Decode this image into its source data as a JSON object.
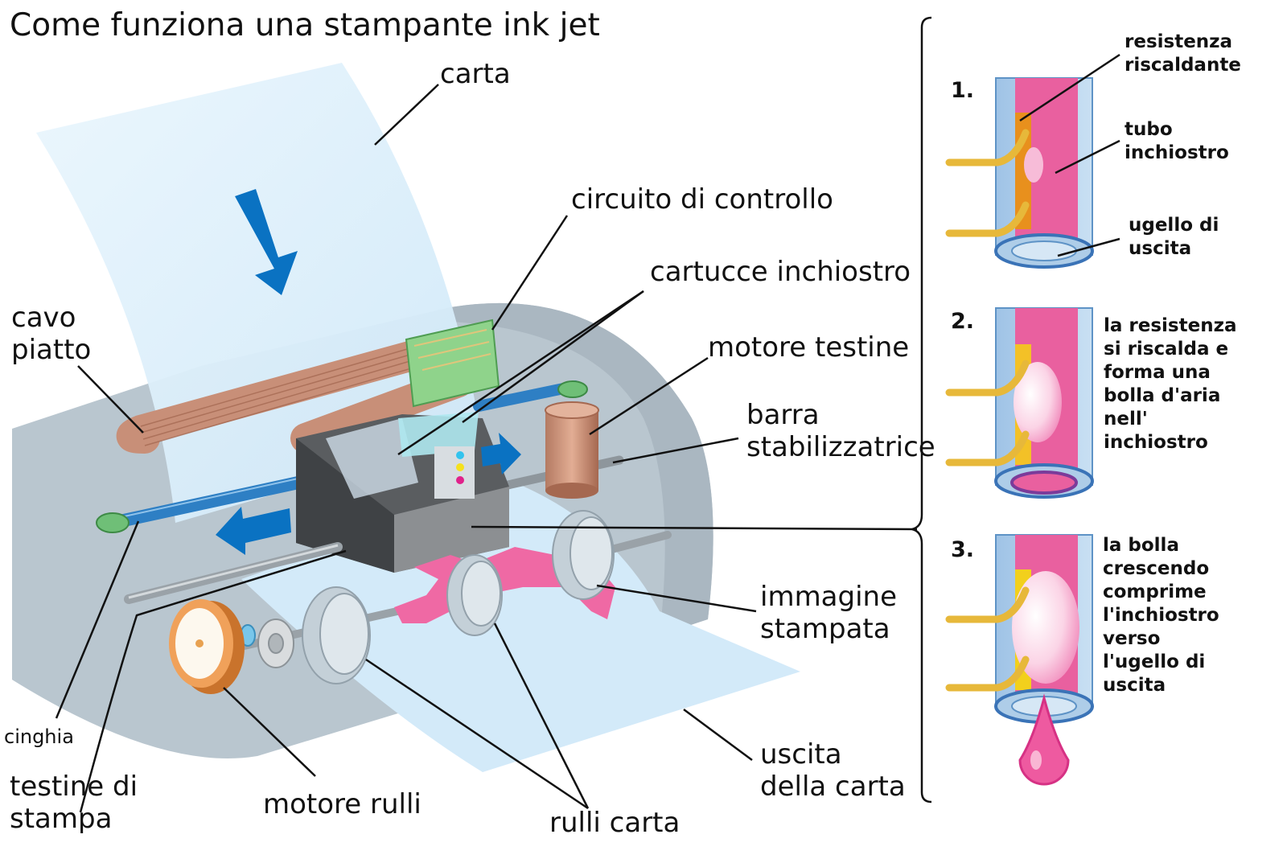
{
  "title": "Come funziona una stampante ink jet",
  "labels": {
    "carta": "carta",
    "circuito": "circuito di controllo",
    "cartucce": "cartucce inchiostro",
    "motore_testine": "motore testine",
    "barra": [
      "barra",
      "stabilizzatrice"
    ],
    "cavo": [
      "cavo",
      "piatto"
    ],
    "cinghia": "cinghia",
    "testine": [
      "testine di",
      "stampa"
    ],
    "motore_rulli": "motore rulli",
    "rulli": "rulli carta",
    "immagine": [
      "immagine",
      "stampata"
    ],
    "uscita": [
      "uscita",
      "della carta"
    ]
  },
  "steps": [
    {
      "number": "1."
    },
    {
      "number": "2.",
      "text": [
        "la resistenza",
        "si riscalda e",
        "forma una",
        "bolla d'aria",
        "nell'",
        "inchiostro"
      ]
    },
    {
      "number": "3.",
      "text": [
        "la bolla",
        "crescendo",
        "comprime",
        "l'inchiostro",
        "verso",
        "l'ugello di",
        "uscita"
      ]
    }
  ],
  "step1_labels": {
    "resistenza": [
      "resistenza",
      "riscaldante"
    ],
    "tubo": [
      "tubo",
      "inchiostro"
    ],
    "ugello": [
      "ugello di",
      "uscita"
    ]
  },
  "colors": {
    "paper": "#d4ebfa",
    "body": "#b8c5ce",
    "ink": "#e9609f",
    "arrow": "#0a72c2",
    "tube": "#aecde8",
    "heater": "#f1b72e",
    "wire": "#e7b83a"
  }
}
